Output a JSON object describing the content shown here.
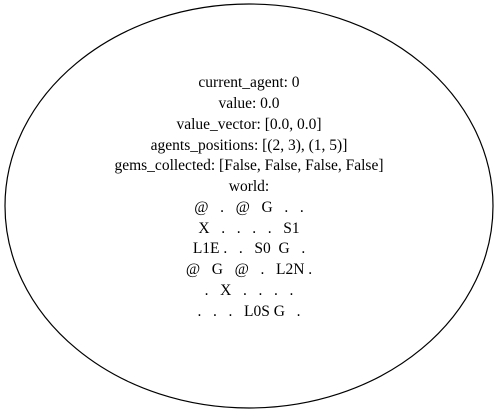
{
  "node": {
    "shape": "ellipse",
    "stroke_color": "#000000",
    "fill_color": "#ffffff",
    "lines": [
      "current_agent: 0",
      "value: 0.0",
      "value_vector: [0.0, 0.0]",
      "agents_positions: [(2, 3), (1, 5)]",
      "gems_collected: [False, False, False, False]",
      "world:",
      "@   .   @   G   .   .",
      "X   .   .   .   .   S1",
      "L1E .   .   S0  G   .",
      "@   G   @   .   L2N .",
      ".   X   .   .   .   .",
      ".   .   .   L0S G   ."
    ]
  }
}
